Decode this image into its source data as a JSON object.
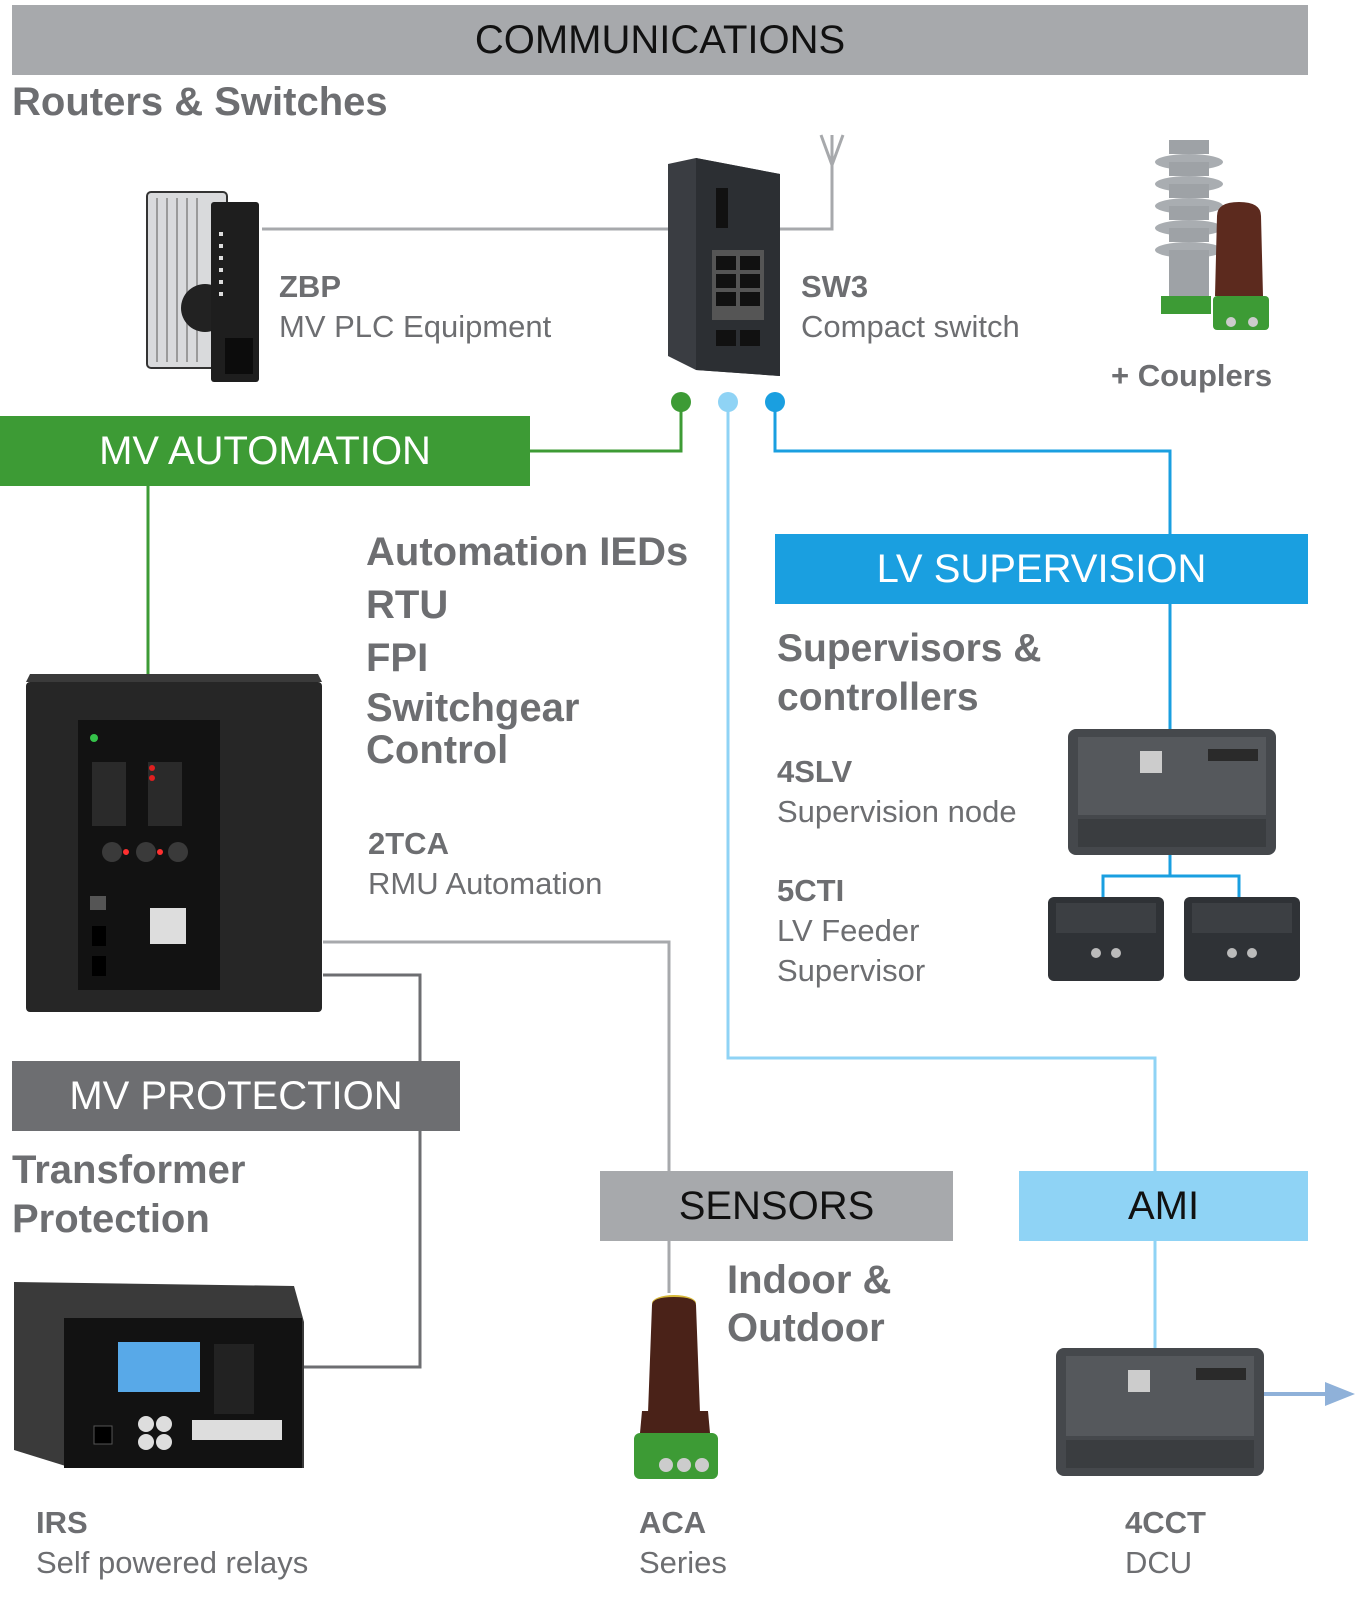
{
  "header": {
    "title": "COMMUNICATIONS"
  },
  "communications": {
    "subtitle": "Routers & Switches",
    "zbp": {
      "code": "ZBP",
      "desc": "MV PLC Equipment"
    },
    "sw3": {
      "code": "SW3",
      "desc": "Compact switch"
    },
    "couplers": "+ Couplers"
  },
  "mv_automation": {
    "title": "MV AUTOMATION",
    "items": [
      "Automation IEDs",
      "RTU",
      "FPI",
      "Switchgear",
      "Control"
    ],
    "device": {
      "code": "2TCA",
      "desc": "RMU Automation"
    }
  },
  "lv_supervision": {
    "title": "LV SUPERVISION",
    "subtitle_line1": "Supervisors &",
    "subtitle_line2": "controllers",
    "node": {
      "code": "4SLV",
      "desc": "Supervision node"
    },
    "feeder": {
      "code": "5CTI",
      "desc_line1": "LV Feeder",
      "desc_line2": "Supervisor"
    }
  },
  "mv_protection": {
    "title": "MV PROTECTION",
    "subtitle_line1": "Transformer",
    "subtitle_line2": "Protection",
    "device": {
      "code": "IRS",
      "desc": "Self powered relays"
    }
  },
  "sensors": {
    "title": "SENSORS",
    "subtitle_line1": "Indoor &",
    "subtitle_line2": "Outdoor",
    "device": {
      "code": "ACA",
      "desc": "Series"
    }
  },
  "ami": {
    "title": "AMI",
    "device": {
      "code": "4CCT",
      "desc": "DCU"
    }
  },
  "colors": {
    "green": "#3d9b35",
    "blue": "#1a9fe0",
    "light_blue": "#8fd3f5",
    "gray": "#a7a9ac",
    "dark_gray": "#6d6e71"
  }
}
